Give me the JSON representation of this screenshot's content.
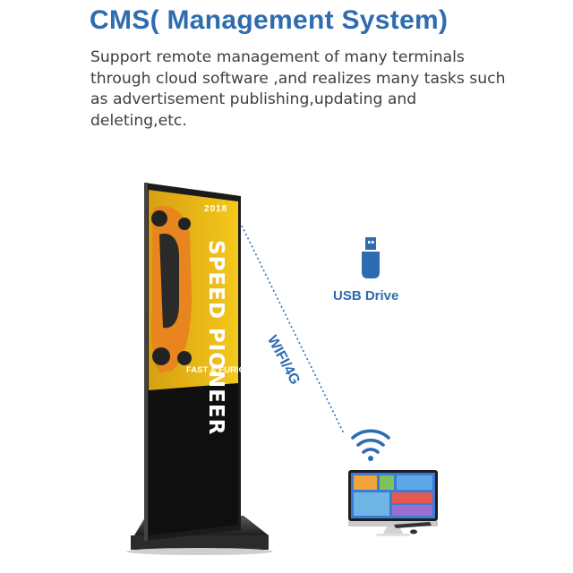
{
  "header": {
    "title": "CMS( Management System)",
    "description": "Support remote management of many terminals through cloud software ,and realizes many tasks such as advertisement publishing,updating and deleting,etc."
  },
  "labels": {
    "usb": "USB Drive",
    "connection": "WIFI/4G"
  },
  "poster": {
    "year": "2018",
    "headline": "SPEED PIONEER",
    "tagline": "FAST & FURIO"
  },
  "colors": {
    "accent": "#2e6cb0",
    "text": "#3e3e3e",
    "poster_bg": "#f2c21a",
    "car": "#e8851e"
  }
}
